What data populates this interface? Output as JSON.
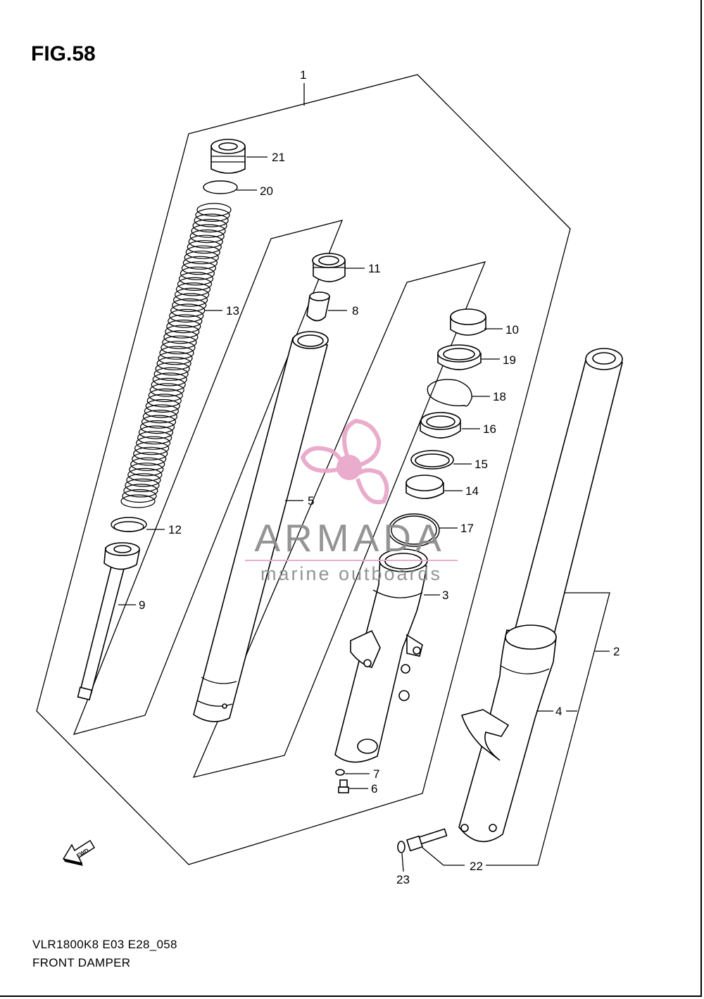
{
  "figure": {
    "title": "FIG.58"
  },
  "footer": {
    "model_code": "VLR1800K8 E03 E28_058",
    "caption": "FRONT DAMPER"
  },
  "watermark": {
    "brand": "ARMADA",
    "tagline": "marine outboards",
    "color": "#e8a6c8",
    "text_color": "#8c8c8c"
  },
  "fwd_arrow": {
    "label": "FWD"
  },
  "parts": [
    {
      "id": "1",
      "label": "1"
    },
    {
      "id": "2",
      "label": "2"
    },
    {
      "id": "3",
      "label": "3"
    },
    {
      "id": "4",
      "label": "4"
    },
    {
      "id": "5",
      "label": "5"
    },
    {
      "id": "6",
      "label": "6"
    },
    {
      "id": "7",
      "label": "7"
    },
    {
      "id": "8",
      "label": "8"
    },
    {
      "id": "9",
      "label": "9"
    },
    {
      "id": "10",
      "label": "10"
    },
    {
      "id": "11",
      "label": "11"
    },
    {
      "id": "12",
      "label": "12"
    },
    {
      "id": "13",
      "label": "13"
    },
    {
      "id": "14",
      "label": "14"
    },
    {
      "id": "15",
      "label": "15"
    },
    {
      "id": "16",
      "label": "16"
    },
    {
      "id": "17",
      "label": "17"
    },
    {
      "id": "18",
      "label": "18"
    },
    {
      "id": "19",
      "label": "19"
    },
    {
      "id": "20",
      "label": "20"
    },
    {
      "id": "21",
      "label": "21"
    },
    {
      "id": "22",
      "label": "22"
    },
    {
      "id": "23",
      "label": "23"
    }
  ]
}
